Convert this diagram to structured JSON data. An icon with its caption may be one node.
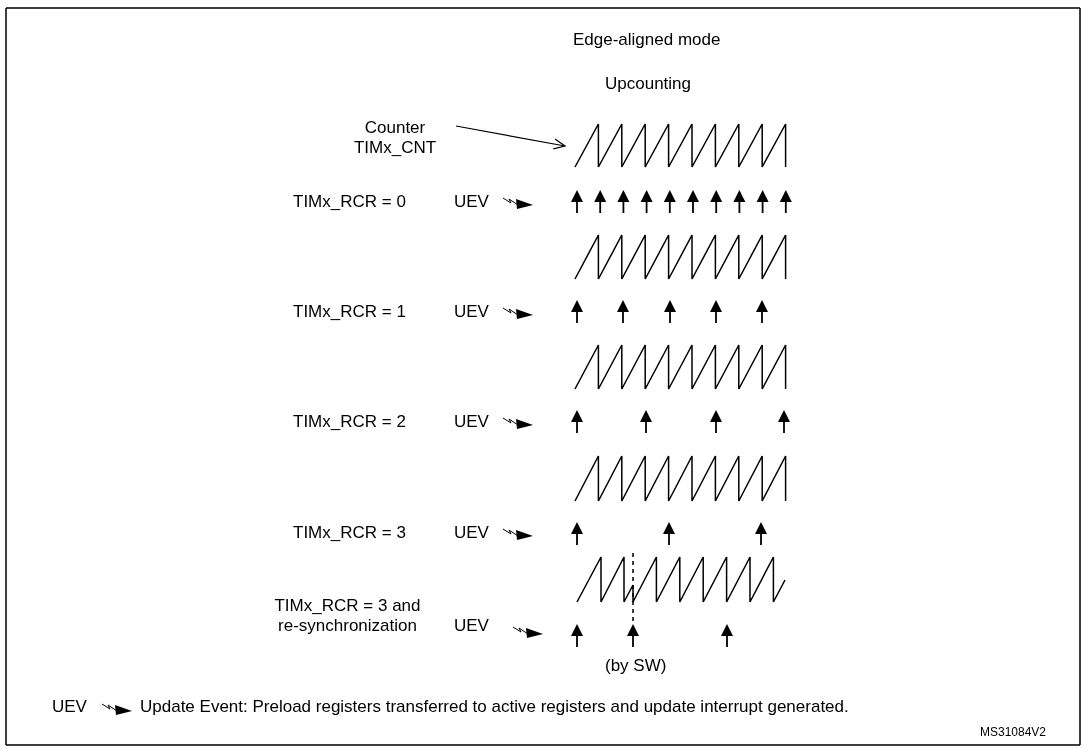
{
  "diagram": {
    "nodes": [
      {
        "text": [
          "Counter TIMx_CNT"
        ]
      },
      {
        "text": [],
        "shape": "picture"
      }
    ],
    "edges": [
      {
        "from": 0,
        "to": 1,
        "arrow": "to"
      }
    ],
    "labels": [
      "Edge-aligned mode",
      "Upcounting",
      "TIMx_RCR = 0",
      "UEV",
      "TIMx_RCR = 1",
      "UEV",
      "TIMx_RCR = 2",
      "UEV",
      "TIMx_RCR = 3",
      "UEV",
      "TIMx_RCR = 3 and re-synchronization",
      "UEV",
      "(by SW)",
      "UEV",
      "Update Event: Preload registers transferred to active registers and update interrupt generated.",
      "MS31084V2"
    ]
  }
}
